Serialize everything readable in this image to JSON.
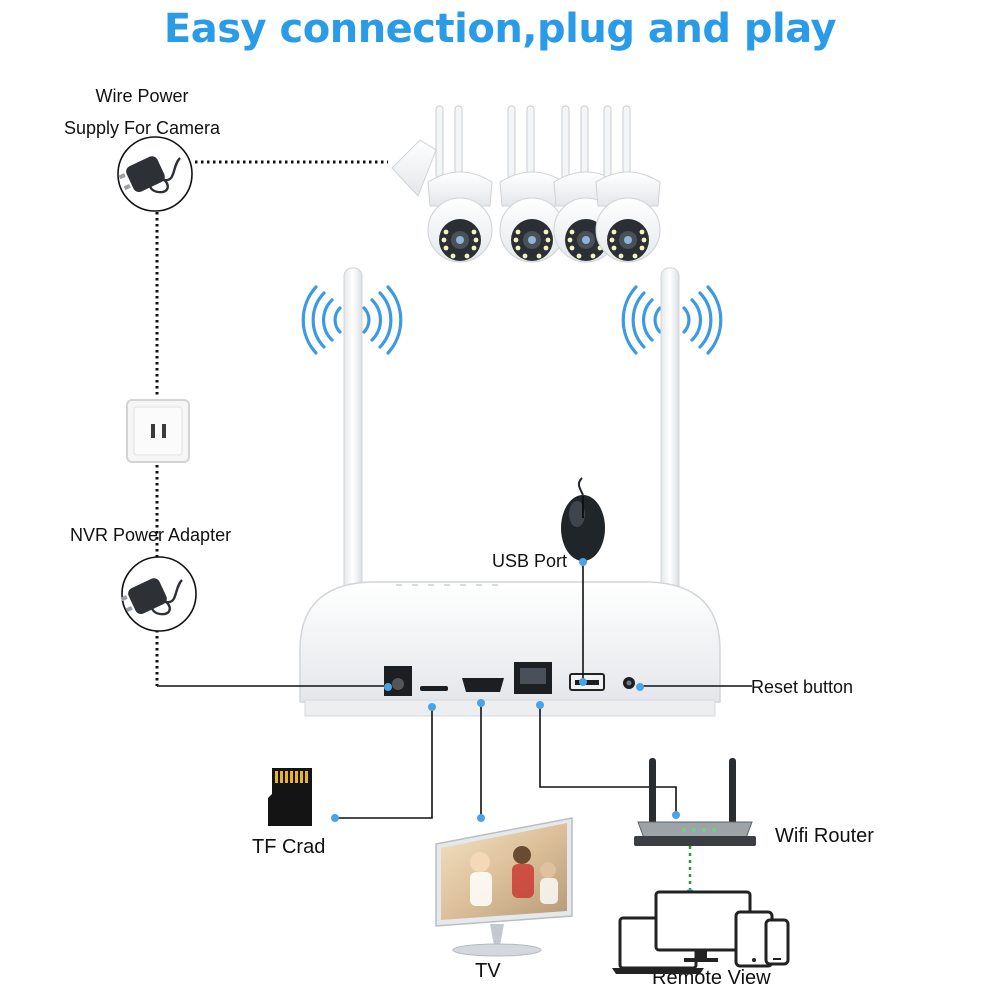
{
  "title": "Easy connection,plug and play",
  "colors": {
    "accent": "#2a9be6",
    "line": "#111111",
    "dot": "#4aa3e8"
  },
  "labels": {
    "wire_power_line1": "Wire Power",
    "wire_power_line2": "Supply For Camera",
    "nvr_power": "NVR Power Adapter",
    "usb_port": "USB Port",
    "reset_button": "Reset button",
    "tf_card": "TF Crad",
    "wifi_router": "Wifi Router",
    "tv": "TV",
    "remote_view": "Remote View"
  },
  "icons": [
    "power-adapter-icon",
    "ip-camera-icon",
    "wall-socket-icon",
    "wifi-signal-icon",
    "mouse-icon",
    "nvr-device-icon",
    "tf-card-icon",
    "monitor-icon",
    "router-icon",
    "laptop-icon",
    "tablet-icon",
    "phone-icon"
  ]
}
